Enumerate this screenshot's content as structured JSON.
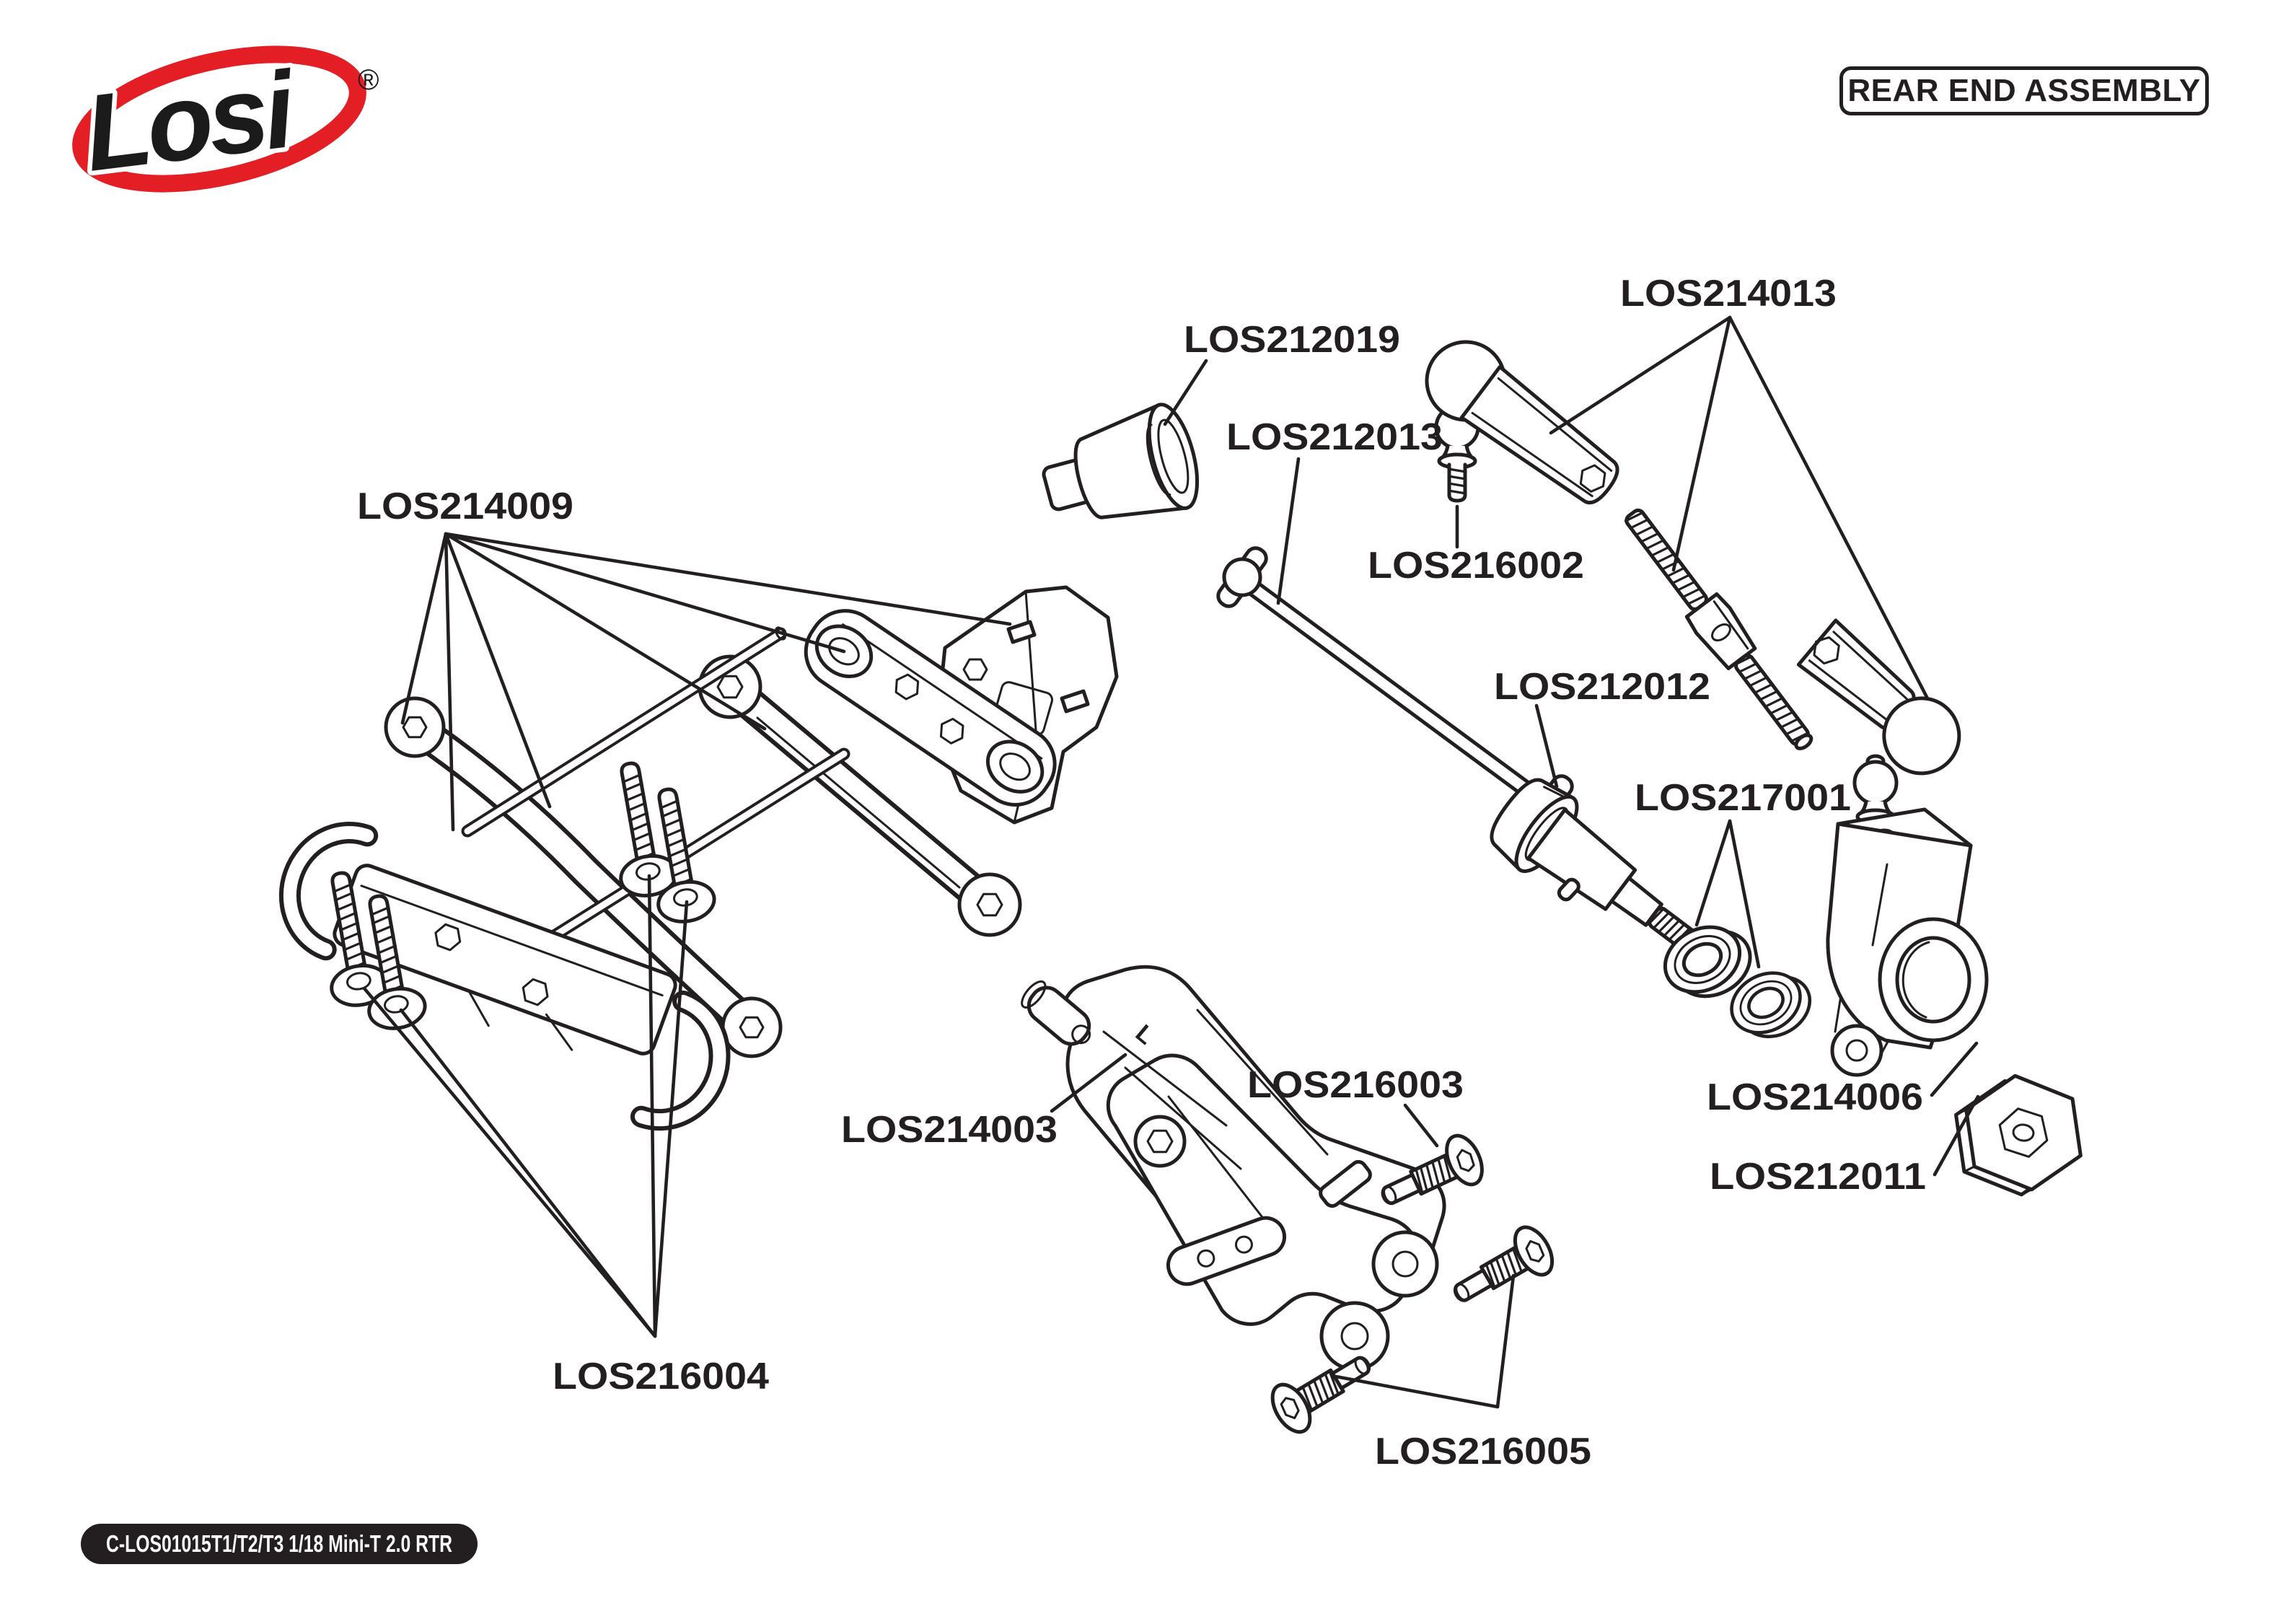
{
  "brand": {
    "name": "Losi",
    "registered_mark": "®"
  },
  "header": {
    "title": "REAR END ASSEMBLY"
  },
  "footer": {
    "label": "C-LOS01015T1/T2/T3 1/18 Mini-T 2.0 RTR"
  },
  "colors": {
    "line": "#231f20",
    "background": "#ffffff",
    "logo_red": "#e31e24",
    "footer_bg": "#231f20",
    "footer_text": "#ffffff"
  },
  "diagram": {
    "arm_marking": "L",
    "part_labels": [
      "LOS214009",
      "LOS212019",
      "LOS212013",
      "LOS214013",
      "LOS216002",
      "LOS212012",
      "LOS217001",
      "LOS214006",
      "LOS212011",
      "LOS216003",
      "LOS214003",
      "LOS216004",
      "LOS216005"
    ]
  }
}
